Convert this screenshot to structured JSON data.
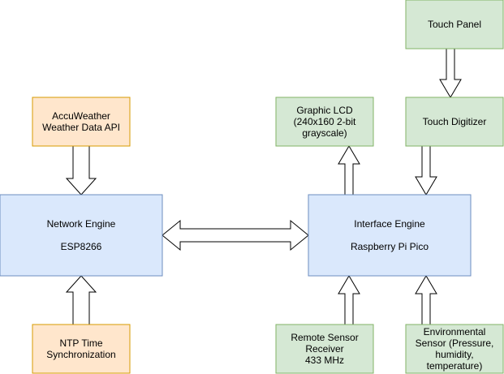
{
  "colors": {
    "orange_fill": "#ffe6cc",
    "orange_stroke": "#d79b00",
    "blue_fill": "#dae8fc",
    "blue_stroke": "#6c8ebf",
    "green_fill": "#d5e8d4",
    "green_stroke": "#82b366",
    "arrow_fill": "#ffffff",
    "arrow_stroke": "#000000"
  },
  "nodes": {
    "accuweather": {
      "lines": [
        "AccuWeather",
        "Weather Data API"
      ],
      "color": "orange"
    },
    "ntp": {
      "lines": [
        "NTP Time",
        "Synchronization"
      ],
      "color": "orange"
    },
    "network_engine": {
      "lines": [
        "Network Engine",
        "",
        "ESP8266"
      ],
      "color": "blue"
    },
    "interface_engine": {
      "lines": [
        "Interface Engine",
        "",
        "Raspberry Pi Pico"
      ],
      "color": "blue"
    },
    "graphic_lcd": {
      "lines": [
        "Graphic LCD",
        "(240x160 2-bit",
        "grayscale)"
      ],
      "color": "green"
    },
    "touch_panel": {
      "lines": [
        "Touch Panel"
      ],
      "color": "green"
    },
    "touch_digitizer": {
      "lines": [
        "Touch Digitizer"
      ],
      "color": "green"
    },
    "remote_sensor": {
      "lines": [
        "Remote Sensor",
        "Receiver",
        "433 MHz"
      ],
      "color": "green"
    },
    "env_sensor": {
      "lines": [
        "Environmental",
        "Sensor (Pressure,",
        "humidity,",
        "temperature)"
      ],
      "color": "green"
    }
  }
}
